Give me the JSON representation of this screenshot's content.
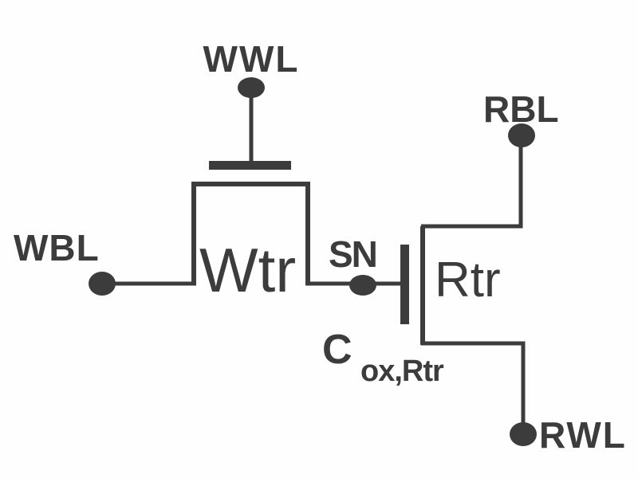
{
  "figure": {
    "background": "#fefefe",
    "ink_color": "#3c3c3c",
    "labels": {
      "write_word_line": "WWL",
      "write_bit_line": "WBL",
      "write_transistor": "Wtr",
      "storage_node": "SN",
      "read_bit_line": "RBL",
      "read_transistor": "Rtr",
      "gate_capacitance_main": "C",
      "gate_capacitance_subscript": "ox,Rtr",
      "read_word_line": "RWL"
    }
  }
}
